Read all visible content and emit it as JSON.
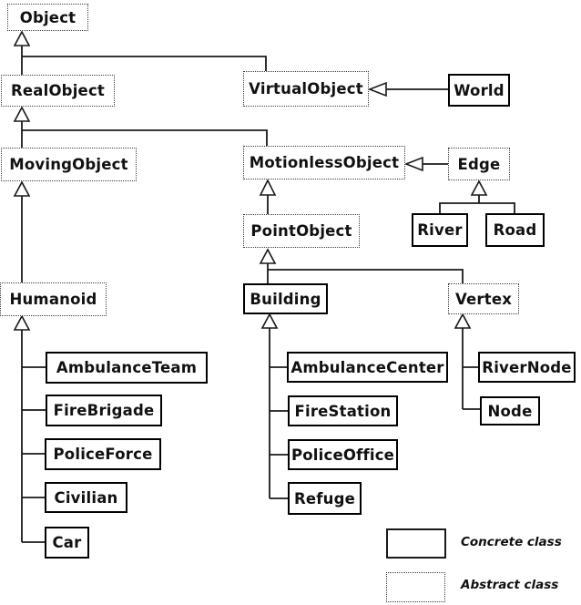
{
  "nodes": [
    {
      "label": "Object",
      "kind": "abstract"
    },
    {
      "label": "RealObject",
      "kind": "abstract"
    },
    {
      "label": "VirtualObject",
      "kind": "abstract"
    },
    {
      "label": "World",
      "kind": "concrete"
    },
    {
      "label": "MovingObject",
      "kind": "abstract"
    },
    {
      "label": "MotionlessObject",
      "kind": "abstract"
    },
    {
      "label": "Edge",
      "kind": "abstract"
    },
    {
      "label": "PointObject",
      "kind": "abstract"
    },
    {
      "label": "River",
      "kind": "concrete"
    },
    {
      "label": "Road",
      "kind": "concrete"
    },
    {
      "label": "Humanoid",
      "kind": "abstract"
    },
    {
      "label": "Building",
      "kind": "concrete"
    },
    {
      "label": "Vertex",
      "kind": "abstract"
    },
    {
      "label": "AmbulanceTeam",
      "kind": "concrete"
    },
    {
      "label": "FireBrigade",
      "kind": "concrete"
    },
    {
      "label": "PoliceForce",
      "kind": "concrete"
    },
    {
      "label": "Civilian",
      "kind": "concrete"
    },
    {
      "label": "Car",
      "kind": "concrete"
    },
    {
      "label": "AmbulanceCenter",
      "kind": "concrete"
    },
    {
      "label": "FireStation",
      "kind": "concrete"
    },
    {
      "label": "PoliceOffice",
      "kind": "concrete"
    },
    {
      "label": "Refuge",
      "kind": "concrete"
    },
    {
      "label": "RiverNode",
      "kind": "concrete"
    },
    {
      "label": "Node",
      "kind": "concrete"
    }
  ],
  "relations": [
    {
      "child": "RealObject",
      "parent": "Object"
    },
    {
      "child": "VirtualObject",
      "parent": "Object"
    },
    {
      "child": "World",
      "parent": "VirtualObject"
    },
    {
      "child": "MovingObject",
      "parent": "RealObject"
    },
    {
      "child": "MotionlessObject",
      "parent": "RealObject"
    },
    {
      "child": "Edge",
      "parent": "MotionlessObject"
    },
    {
      "child": "PointObject",
      "parent": "MotionlessObject"
    },
    {
      "child": "River",
      "parent": "Edge"
    },
    {
      "child": "Road",
      "parent": "Edge"
    },
    {
      "child": "Humanoid",
      "parent": "MovingObject"
    },
    {
      "child": "Building",
      "parent": "PointObject"
    },
    {
      "child": "Vertex",
      "parent": "PointObject"
    },
    {
      "child": "AmbulanceTeam",
      "parent": "Humanoid"
    },
    {
      "child": "FireBrigade",
      "parent": "Humanoid"
    },
    {
      "child": "PoliceForce",
      "parent": "Humanoid"
    },
    {
      "child": "Civilian",
      "parent": "Humanoid"
    },
    {
      "child": "Car",
      "parent": "Humanoid"
    },
    {
      "child": "AmbulanceCenter",
      "parent": "Building"
    },
    {
      "child": "FireStation",
      "parent": "Building"
    },
    {
      "child": "PoliceOffice",
      "parent": "Building"
    },
    {
      "child": "Refuge",
      "parent": "Building"
    },
    {
      "child": "RiverNode",
      "parent": "Vertex"
    },
    {
      "child": "Node",
      "parent": "Vertex"
    }
  ],
  "legend": {
    "concrete_label": "Concrete class",
    "abstract_label": "Abstract class"
  },
  "colors": {
    "background": "#ffffff",
    "line": "#1a1a1a",
    "concrete_border": "#000000",
    "abstract_border": "#3c3c3c",
    "text": "#111111"
  }
}
